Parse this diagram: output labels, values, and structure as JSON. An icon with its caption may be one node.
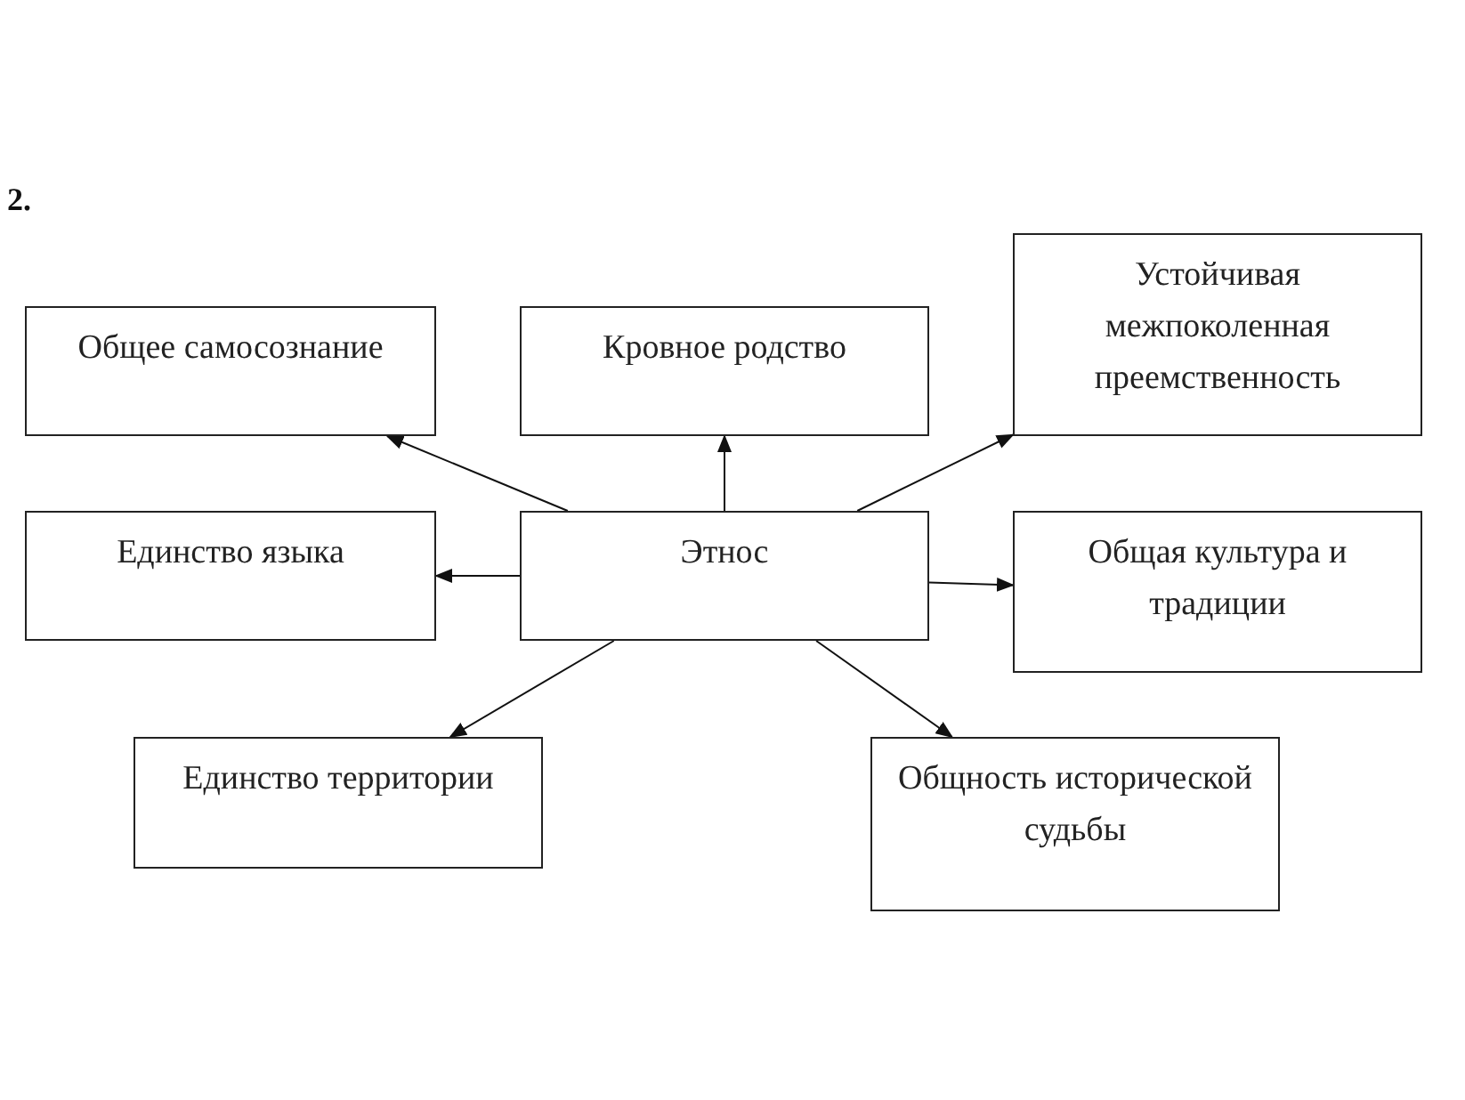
{
  "diagram": {
    "nodes": [
      {
        "text": [
          "Общее самосознание"
        ]
      },
      {
        "text": [
          "Кровное родство"
        ]
      },
      {
        "text": [
          "Устойчивая межпоколенная преемственность"
        ]
      },
      {
        "text": [
          "Единство языка"
        ]
      },
      {
        "text": [
          "Этнос"
        ]
      },
      {
        "text": [
          "Общая культура и традиции"
        ]
      },
      {
        "text": [
          "Единство территории"
        ]
      },
      {
        "text": [
          "Общность исторической судьбы"
        ]
      }
    ],
    "edges": [
      {
        "from": 4,
        "to": 0,
        "arrow": "to"
      },
      {
        "from": 4,
        "to": 1,
        "arrow": "to"
      },
      {
        "from": 4,
        "to": 2,
        "arrow": "to"
      },
      {
        "from": 4,
        "to": 3,
        "arrow": "to"
      },
      {
        "from": 4,
        "to": 5,
        "arrow": "to"
      },
      {
        "from": 4,
        "to": 6,
        "arrow": "to"
      },
      {
        "from": 4,
        "to": 7,
        "arrow": "to"
      }
    ],
    "labels": [
      "2."
    ]
  }
}
